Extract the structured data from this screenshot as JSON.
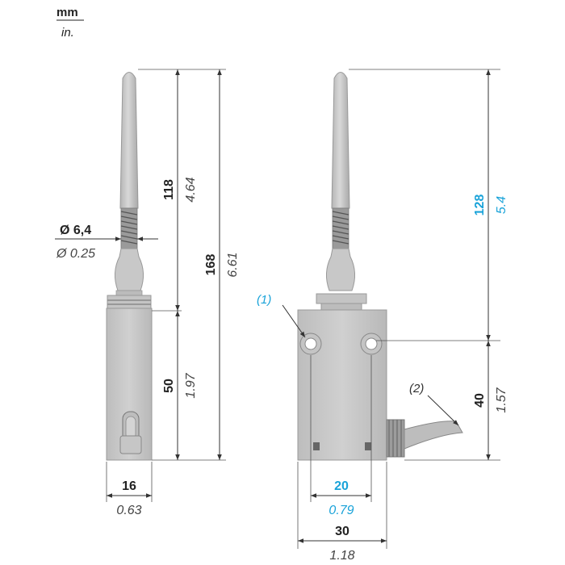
{
  "units": {
    "primary": "mm",
    "secondary": "in."
  },
  "side_view": {
    "height_lever": {
      "mm": "118",
      "in": "4.64"
    },
    "height_total": {
      "mm": "168",
      "in": "6.61"
    },
    "height_body": {
      "mm": "50",
      "in": "1.97"
    },
    "spring_diameter": {
      "mm": "Ø 6,4",
      "in": "Ø 0.25"
    },
    "body_width": {
      "mm": "16",
      "in": "0.63"
    }
  },
  "front_view": {
    "lever_height": {
      "mm": "128",
      "in": "5.4"
    },
    "body_height": {
      "mm": "40",
      "in": "1.57"
    },
    "hole_spacing": {
      "mm": "20",
      "in": "0.79"
    },
    "body_width": {
      "mm": "30",
      "in": "1.18"
    },
    "note_1": "(1)",
    "note_2": "(2)"
  },
  "colors": {
    "accent": "#1aa3d9",
    "line": "#333333",
    "part_fill": "#c9c9c9",
    "part_stroke": "#8a8a8a"
  }
}
